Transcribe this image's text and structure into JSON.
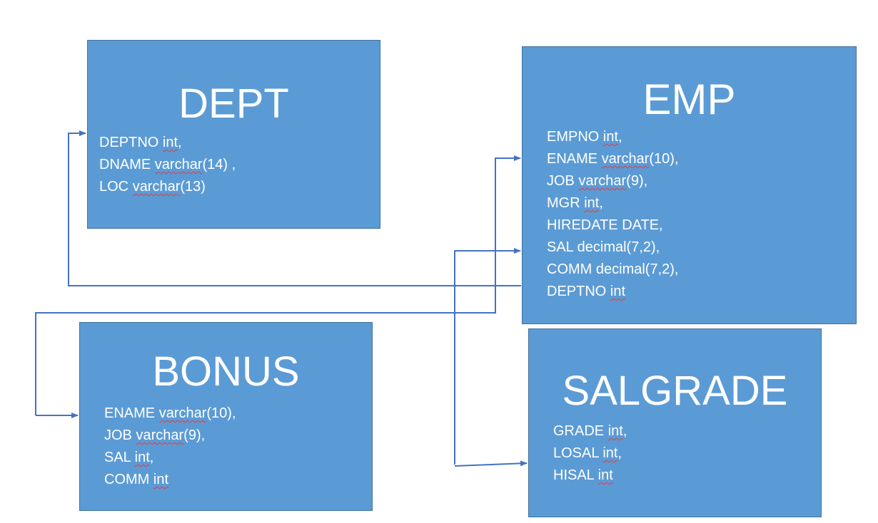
{
  "tables": {
    "dept": {
      "name": "DEPT",
      "fields": [
        {
          "name": "DEPTNO",
          "type": "int",
          "suffix": ","
        },
        {
          "name": "DNAME",
          "type": "varchar",
          "suffix": "(14) ,"
        },
        {
          "name": "LOC",
          "type": "varchar",
          "suffix": "(13)"
        }
      ]
    },
    "emp": {
      "name": "EMP",
      "fields": [
        {
          "name": "EMPNO",
          "type": "int",
          "suffix": ","
        },
        {
          "name": "ENAME",
          "type": "varchar",
          "suffix": "(10),"
        },
        {
          "name": "JOB",
          "type": "varchar",
          "suffix": "(9),"
        },
        {
          "name": "MGR",
          "type": "int",
          "suffix": ","
        },
        {
          "name": "HIREDATE",
          "type": "DATE,",
          "suffix": ""
        },
        {
          "name": "SAL",
          "type": "decimal(7,2),",
          "suffix": ""
        },
        {
          "name": "COMM",
          "type": "decimal(7,2),",
          "suffix": ""
        },
        {
          "name": "DEPTNO",
          "type": "int",
          "suffix": ""
        }
      ]
    },
    "bonus": {
      "name": "BONUS",
      "fields": [
        {
          "name": "ENAME",
          "type": "varchar",
          "suffix": "(10),"
        },
        {
          "name": "JOB",
          "type": "varchar",
          "suffix": "(9),"
        },
        {
          "name": "SAL",
          "type": "int",
          "suffix": ","
        },
        {
          "name": "COMM",
          "type": "int",
          "suffix": ""
        }
      ]
    },
    "salgrade": {
      "name": "SALGRADE",
      "fields": [
        {
          "name": "GRADE",
          "type": "int",
          "suffix": ","
        },
        {
          "name": "LOSAL",
          "type": "int",
          "suffix": ","
        },
        {
          "name": "HISAL",
          "type": "int",
          "suffix": ""
        }
      ]
    }
  },
  "colors": {
    "box_fill": "#5b9bd5",
    "box_border": "#41719c",
    "connector": "#4472c4",
    "text": "#ffffff",
    "spellcheck_underline": "#e8393b"
  }
}
